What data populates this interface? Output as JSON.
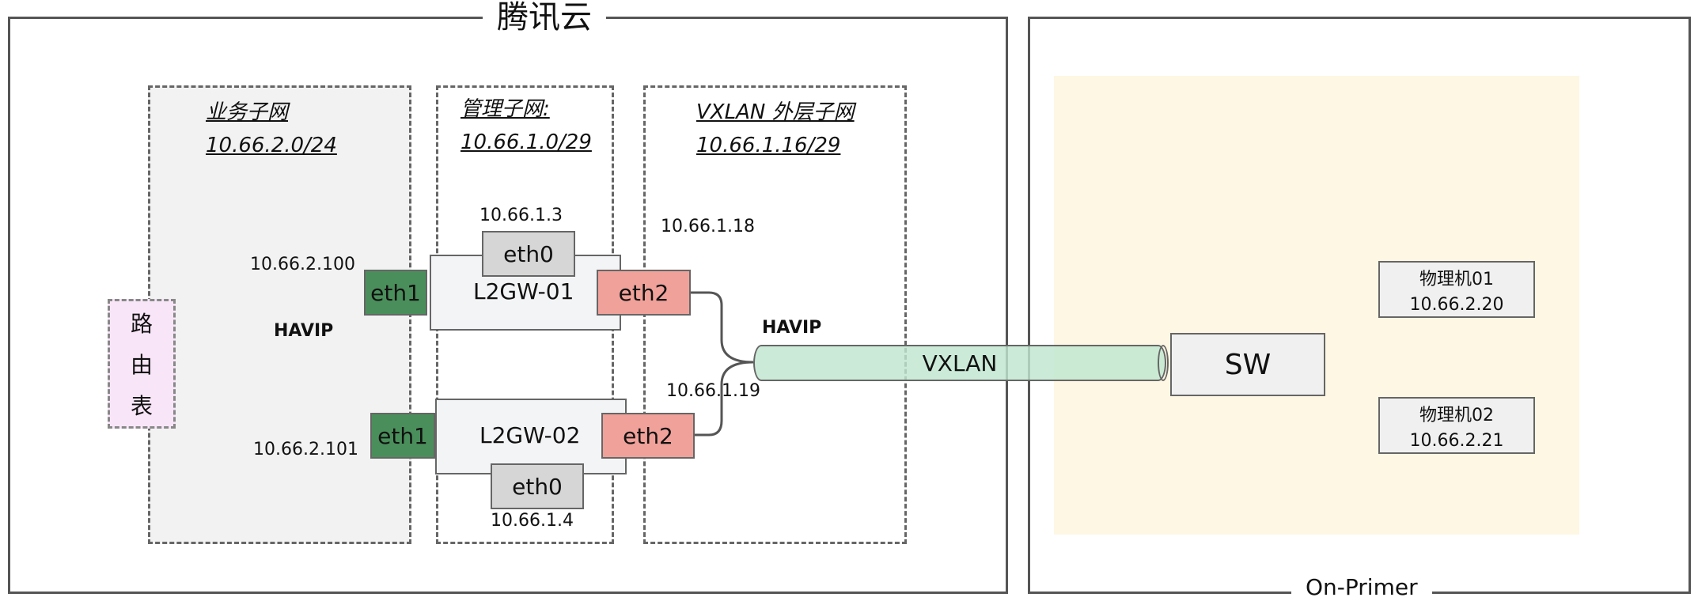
{
  "cloud": {
    "title": "腾讯云"
  },
  "onprem": {
    "title": "On-Primer"
  },
  "subnets": {
    "business": {
      "name": "业务子网",
      "cidr": "10.66.2.0/24"
    },
    "management": {
      "name": "管理子网:",
      "cidr": "10.66.1.0/29"
    },
    "vxlan_outer": {
      "name": "VXLAN 外层子网",
      "cidr": "10.66.1.16/29"
    }
  },
  "route_table": {
    "chars": [
      "路",
      "由",
      "表"
    ]
  },
  "havip": {
    "left": "HAVIP",
    "right": "HAVIP"
  },
  "gateways": [
    {
      "name": "L2GW-01",
      "eth0": "eth0",
      "eth0_ip": "10.66.1.3",
      "eth1": "eth1",
      "eth1_ip": "10.66.2.100",
      "eth2": "eth2",
      "eth2_ip": "10.66.1.18"
    },
    {
      "name": "L2GW-02",
      "eth0": "eth0",
      "eth0_ip": "10.66.1.4",
      "eth1": "eth1",
      "eth1_ip": "10.66.2.101",
      "eth2": "eth2",
      "eth2_ip": "10.66.1.19"
    }
  ],
  "tunnel": {
    "label": "VXLAN"
  },
  "switch": {
    "label": "SW"
  },
  "hosts": [
    {
      "name": "物理机01",
      "ip": "10.66.2.20"
    },
    {
      "name": "物理机02",
      "ip": "10.66.2.21"
    }
  ],
  "colors": {
    "eth1": "#4a8f5b",
    "eth2": "#f0a19a",
    "eth0": "#d6d6d6",
    "route_table_bg": "#f8e6f8",
    "business_subnet_bg": "#f2f2f2",
    "onprem_zone_bg": "#fdf7e3",
    "tunnel": "#cfeadb"
  }
}
